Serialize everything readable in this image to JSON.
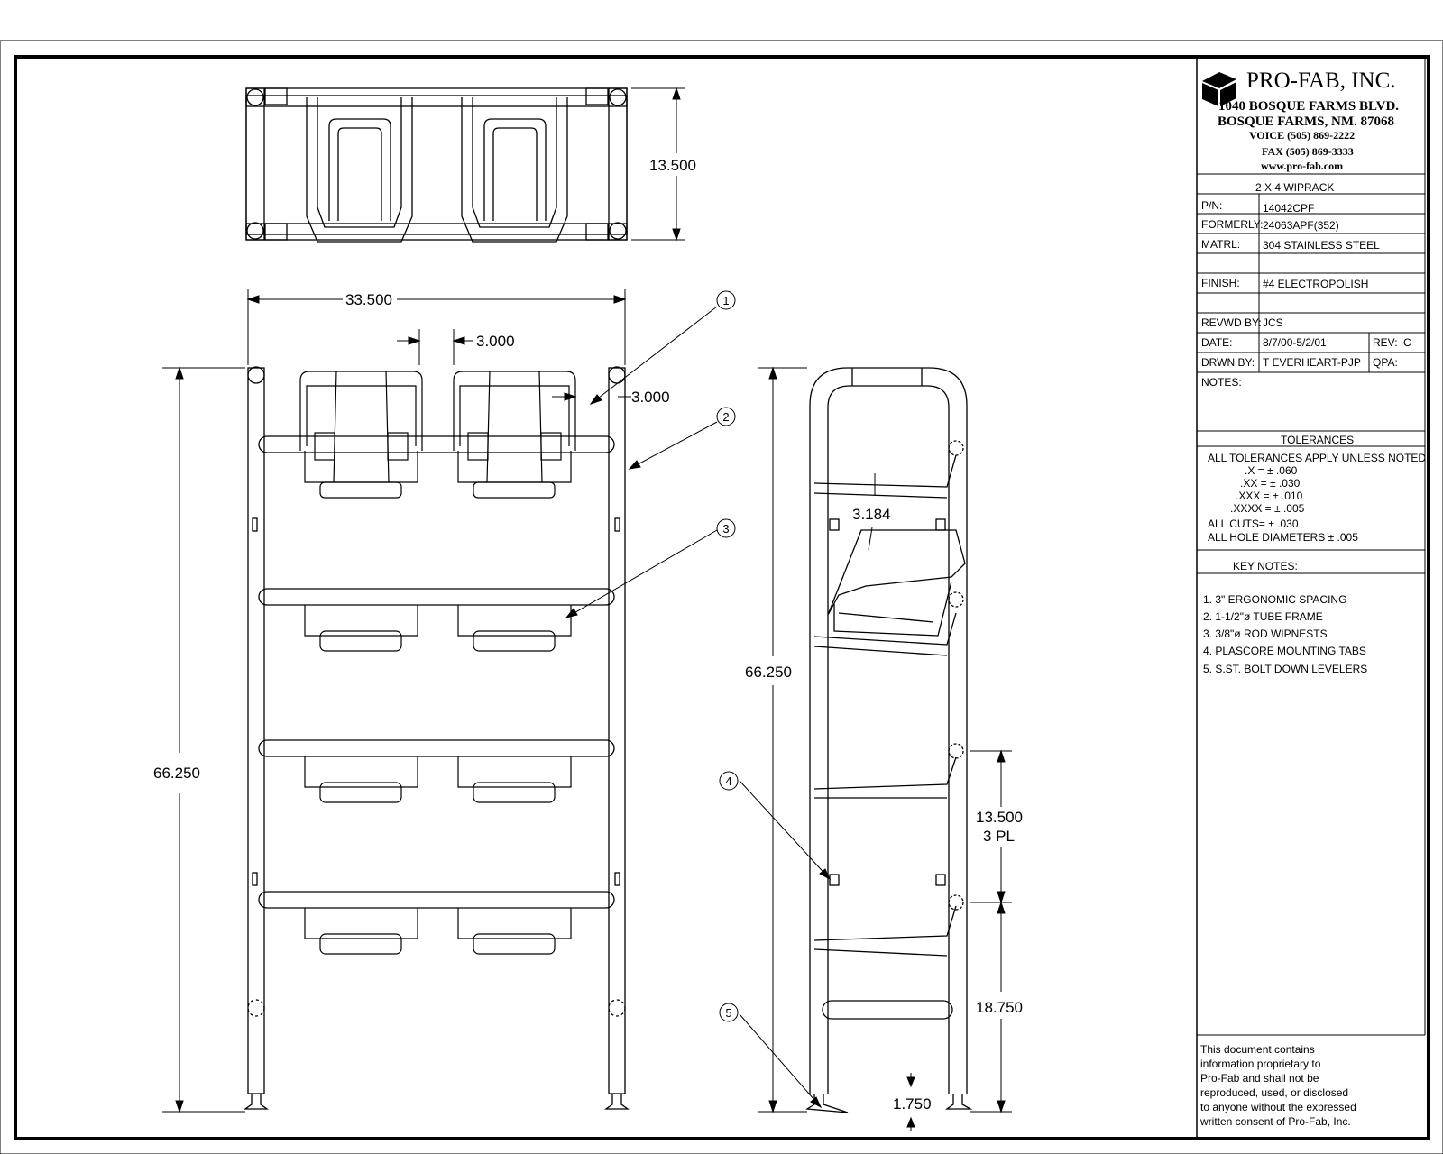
{
  "company": {
    "name": "PRO-FAB, INC.",
    "address1": "1040 BOSQUE FARMS BLVD.",
    "address2": "BOSQUE FARMS, NM. 87068",
    "voice": "VOICE (505) 869-2222",
    "fax": "FAX (505) 869-3333",
    "web": "www.pro-fab.com"
  },
  "title_block": {
    "title": "2 X 4 WIPRACK",
    "pn_label": "P/N:",
    "pn": "14042CPF",
    "formerly_label": "FORMERLY:",
    "formerly": "24063APF(352)",
    "matrl_label": "MATRL:",
    "matrl": "304 STAINLESS STEEL",
    "finish_label": "FINISH:",
    "finish": "#4 ELECTROPOLISH",
    "revwd_label": "REVWD BY:",
    "revwd": "JCS",
    "date_label": "DATE:",
    "date": "8/7/00-5/2/01",
    "rev_label": "REV:",
    "rev": "C",
    "drwn_label": "DRWN BY:",
    "drwn": "T EVERHEART-PJP",
    "qpa_label": "QPA:",
    "notes_label": "NOTES:"
  },
  "tolerances": {
    "header": "TOLERANCES",
    "intro": "ALL TOLERANCES APPLY UNLESS NOTED.",
    "lines": [
      ".X = ± .060",
      ".XX = ± .030",
      ".XXX = ± .010",
      ".XXXX = ± .005"
    ],
    "cuts": "ALL CUTS= ± .030",
    "holes": "ALL HOLE DIAMETERS ± .005"
  },
  "key_notes": {
    "header": "KEY NOTES:",
    "items": [
      "1. 3\" ERGONOMIC SPACING",
      "2. 1-1/2\"ø TUBE FRAME",
      "3. 3/8\"ø ROD WIPNESTS",
      "4. PLASCORE MOUNTING TABS",
      "5. S.ST. BOLT DOWN LEVELERS"
    ]
  },
  "disclaimer": [
    "This document contains",
    "information proprietary to",
    "Pro-Fab and shall not be",
    "reproduced, used, or disclosed",
    "to anyone without the expressed",
    "written consent of Pro-Fab, Inc."
  ],
  "dimensions": {
    "top_depth": "13.500",
    "front_width": "33.500",
    "front_height": "66.250",
    "spacing_a": "3.000",
    "spacing_b": "3.000",
    "side_height": "66.250",
    "side_angle": "3.184",
    "side_pitch_1": "13.500",
    "side_pitch_2": "3 PL",
    "side_bottom": "18.750",
    "side_foot": "1.750"
  },
  "balloons": [
    "1",
    "2",
    "3",
    "4",
    "5"
  ]
}
